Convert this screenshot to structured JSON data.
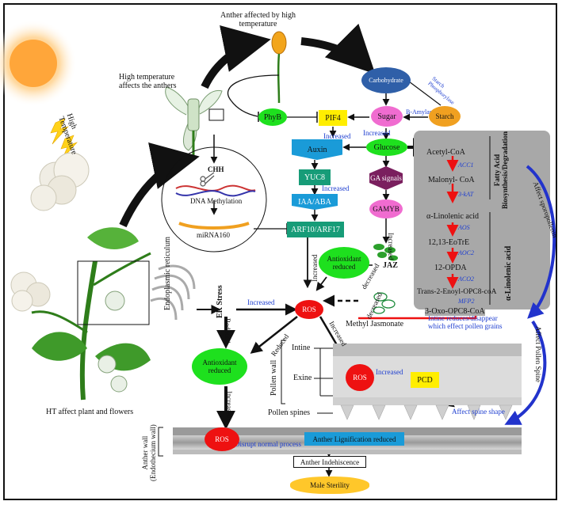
{
  "labels": {
    "high_temperature": "High\nTemperature",
    "anther_affected": "Anther affected by high\ntemperature",
    "high_temp_affects_anthers": "High temperature\naffects the anthers",
    "ht_affect_plant": "HT affect plant and flowers",
    "chh": "CHH",
    "dna_methylation": "DNA Methylation",
    "mirna160": "miRNA160",
    "endoplasmic_reticulum": "Endoplasmic reticulum",
    "er_stress": "ER Stress",
    "methyl_jasmonate": "Methyl Jasmonate",
    "jaz": "JAZ",
    "anther_wall": "Anther wall\n(Endothecium wall)",
    "pollen_wall": "Pollen wall",
    "intine": "Intine",
    "exine": "Exine",
    "pollen_spines": "Pollen spines",
    "starch_phosphorylase": "Starch\nPhosphorylase",
    "b_amylase": "B-Amylase",
    "intine_reduces": "Intine reduces/disappear\nwhich effect pollen grains",
    "affect_spine_shape": "Affect spine shape",
    "affect_sporopollenin": "Affect sporopollenin",
    "affect_pollen_spine": "Affect Pollen Spine",
    "fatty_acid": "Fatty Acid\nBiosynthesis/Degradation",
    "alpha_linolenic": "α-Linolenic acid",
    "disrupt": "Disrupt normal process"
  },
  "nodes": {
    "phyb": "PhyB",
    "pif4": "PIF4",
    "carbohydrate": "Carbohydrate",
    "sugar": "Sugar",
    "starch": "Starch",
    "glucose": "Glucose",
    "auxin": "Auxin",
    "yuc8": "YUC8",
    "iaa_aba": "IAA/ABA",
    "arf": "ARF10/ARF17",
    "ga_signals": "GA signals",
    "gamyb": "GAMYB",
    "antiox1": "Antioxidant\nreduced",
    "antiox2": "Antioxidant\nreduced",
    "ros1": "ROS",
    "ros2": "ROS",
    "ros3": "ROS",
    "pcd": "PCD",
    "lignification": "Anther Lignification reduced",
    "indehiscence": "Anther Indehiscence",
    "male_sterility": "Male Sterility"
  },
  "pathway": {
    "items": [
      "Acetyl-CoA",
      "Malonyl- CoA",
      "α-Linolenic acid",
      "12,13-EoTrE",
      "12-OPDA",
      "Trans-2-Enoyl-OPC8-coA",
      "3-Oxo-OPC8-CoA"
    ],
    "enzymes": [
      "ACC1",
      "3-kAT",
      "AOS",
      "AOC2",
      "ACO2",
      "MFP2"
    ]
  },
  "edges": {
    "increased": "Increased",
    "reduced": "Reduced",
    "decreased": "decreased"
  },
  "colors": {
    "green": "#1ee01e",
    "red": "#ee1111",
    "yellow": "#ffee00",
    "blue": "#1a9bd8",
    "teal": "#179c78",
    "purple": "#7a1f5e",
    "carbohydrate": "#2f5fa8",
    "pink": "#f06cd0",
    "starch": "#f0a020",
    "sterility": "#ffc72a",
    "panel": "#a8a8a8"
  }
}
